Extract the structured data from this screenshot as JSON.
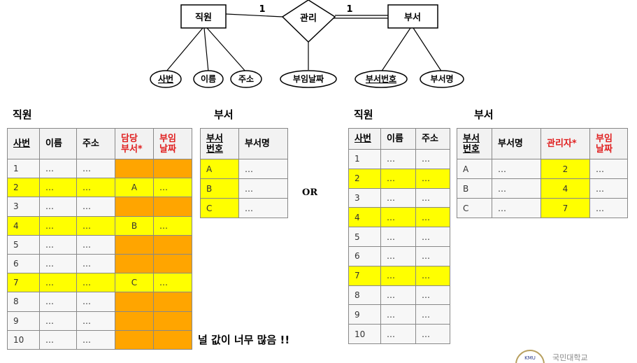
{
  "er": {
    "entity_employee": "직원",
    "relationship": "관리",
    "entity_dept": "부서",
    "card_left": "1",
    "card_right": "1",
    "attrs_employee": [
      "사번",
      "이름",
      "주소"
    ],
    "attr_relationship": "부임날짜",
    "attrs_dept": [
      "부서번호",
      "부서명"
    ]
  },
  "option1": {
    "employee_title": "직원",
    "employee_headers": [
      "사번",
      "이름",
      "주소",
      "담당\n부서*",
      "부임\n날짜"
    ],
    "employee_rows": [
      [
        "1",
        "…",
        "…",
        "",
        ""
      ],
      [
        "2",
        "…",
        "…",
        "A",
        "…"
      ],
      [
        "3",
        "…",
        "…",
        "",
        ""
      ],
      [
        "4",
        "…",
        "…",
        "B",
        "…"
      ],
      [
        "5",
        "…",
        "…",
        "",
        ""
      ],
      [
        "6",
        "…",
        "…",
        "",
        ""
      ],
      [
        "7",
        "…",
        "…",
        "C",
        "…"
      ],
      [
        "8",
        "…",
        "…",
        "",
        ""
      ],
      [
        "9",
        "…",
        "…",
        "",
        ""
      ],
      [
        "10",
        "…",
        "…",
        "",
        ""
      ]
    ],
    "dept_title": "부서",
    "dept_headers": [
      "부서\n번호",
      "부서명"
    ],
    "dept_rows": [
      [
        "A",
        "…"
      ],
      [
        "B",
        "…"
      ],
      [
        "C",
        "…"
      ]
    ],
    "note": "널 값이 너무 많음 !!"
  },
  "or_label": "OR",
  "option2": {
    "employee_title": "직원",
    "employee_headers": [
      "사번",
      "이름",
      "주소"
    ],
    "employee_rows": [
      [
        "1",
        "…",
        "…"
      ],
      [
        "2",
        "…",
        "…"
      ],
      [
        "3",
        "…",
        "…"
      ],
      [
        "4",
        "…",
        "…"
      ],
      [
        "5",
        "…",
        "…"
      ],
      [
        "6",
        "…",
        "…"
      ],
      [
        "7",
        "…",
        "…"
      ],
      [
        "8",
        "…",
        "…"
      ],
      [
        "9",
        "…",
        "…"
      ],
      [
        "10",
        "…",
        "…"
      ]
    ],
    "dept_title": "부서",
    "dept_headers": [
      "부서\n번호",
      "부서명",
      "관리자*",
      "부임\n날짜"
    ],
    "dept_rows": [
      [
        "A",
        "…",
        "2",
        "…"
      ],
      [
        "B",
        "…",
        "4",
        "…"
      ],
      [
        "C",
        "…",
        "7",
        "…"
      ]
    ]
  },
  "logo_text": "국민대학교",
  "seal_text": "KMU",
  "colors": {
    "highlight_yellow": "#ffff00",
    "highlight_orange": "#ffa500",
    "fk_red": "#e02020"
  }
}
